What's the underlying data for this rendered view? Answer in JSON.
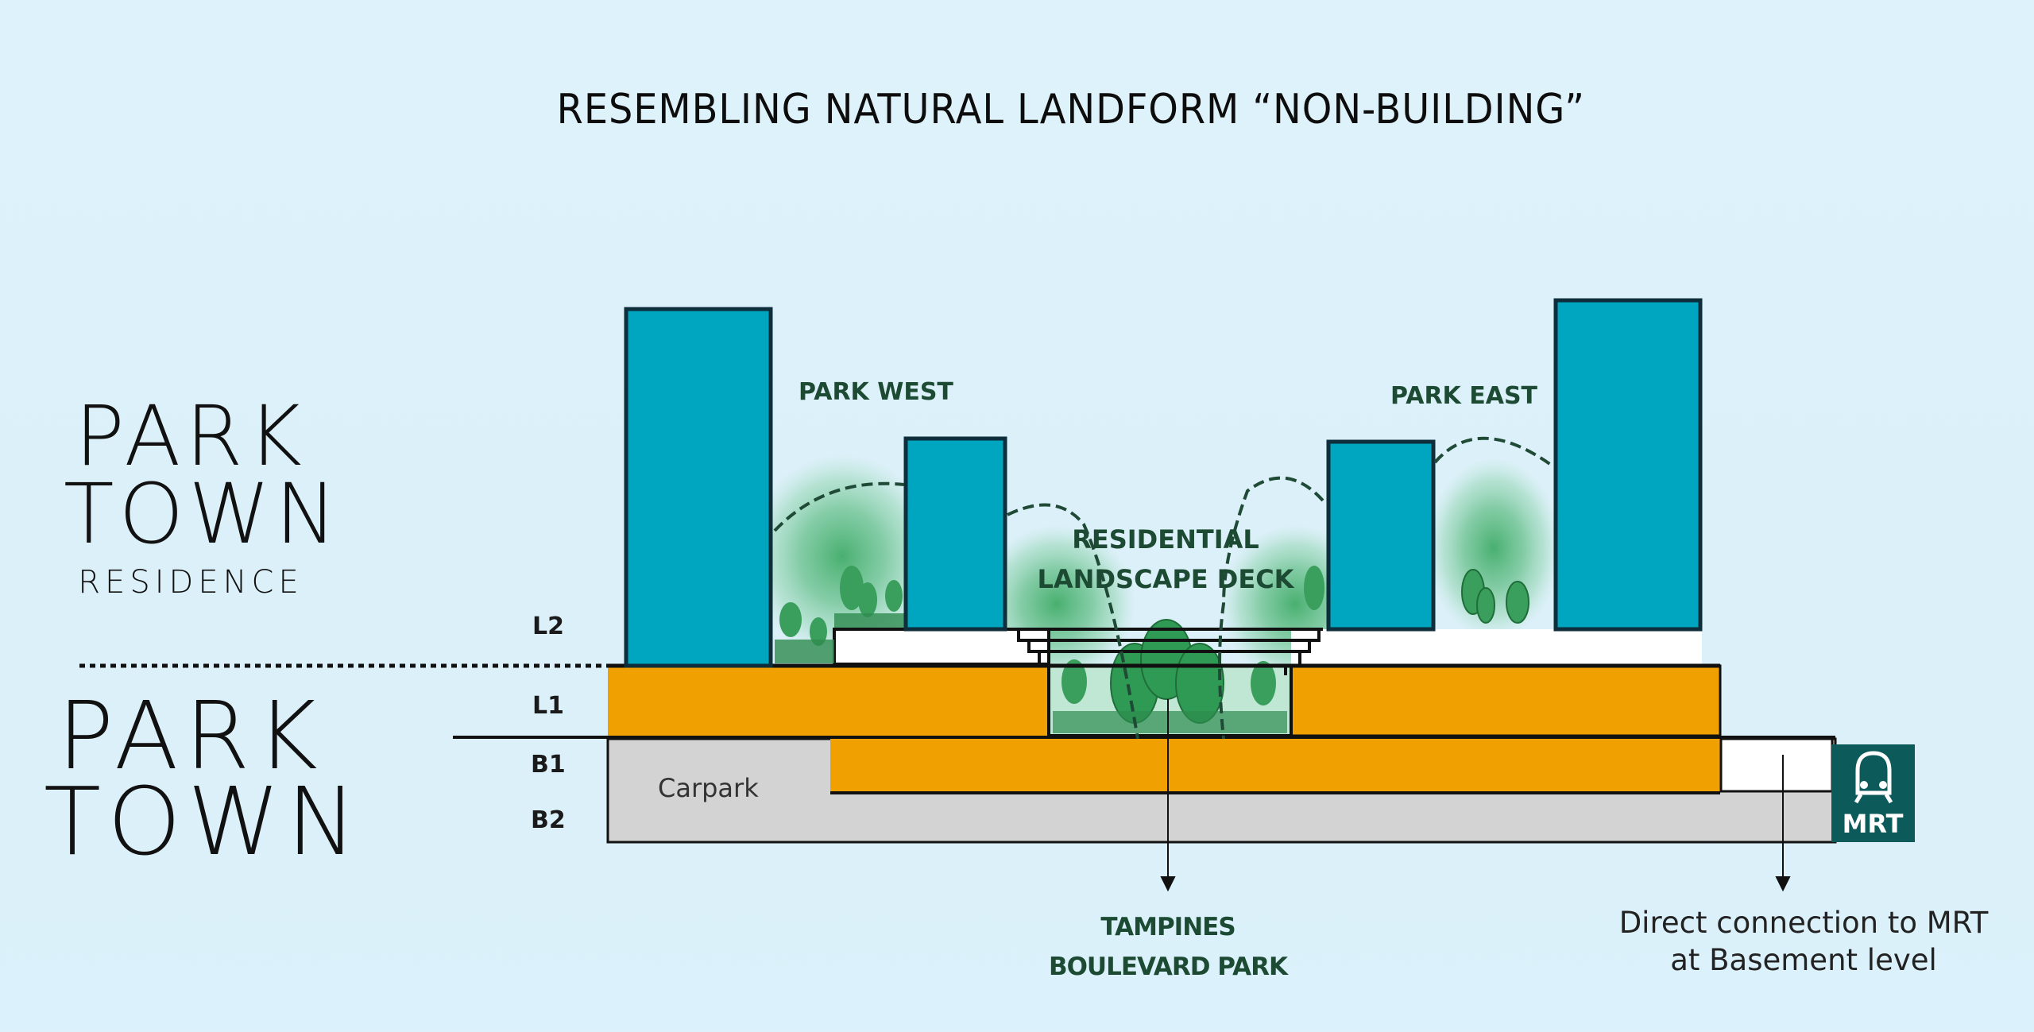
{
  "title": "RESEMBLING NATURAL LANDFORM “NON-BUILDING”",
  "logos": {
    "residence": {
      "line1": "PARK",
      "line2": "TOWN",
      "subtitle": "RESIDENCE"
    },
    "mall": {
      "line1": "PARK",
      "line2": "TOWN"
    }
  },
  "zones": {
    "park_west": "PARK WEST",
    "park_east": "PARK EAST",
    "deck_line1": "RESIDENTIAL",
    "deck_line2": "LANDSCAPE DECK"
  },
  "levels": [
    "L2",
    "L1",
    "B1",
    "B2"
  ],
  "carpark_label": "Carpark",
  "mrt_badge": {
    "icon": "train-icon",
    "label": "MRT"
  },
  "annotations": {
    "park": {
      "line1": "TAMPINES",
      "line2": "BOULEVARD PARK"
    },
    "mrt": {
      "line1": "Direct connection to MRT",
      "line2": "at Basement level"
    }
  },
  "colors": {
    "background": "#ddf1fa",
    "tower": "#00a5c0",
    "tower_outline": "#0d2e3a",
    "retail": "#f0a000",
    "carpark": "#d3d3d3",
    "greenery": "#2e9e56",
    "label_green": "#1c4a33",
    "mrt_badge": "#0c5a5a"
  }
}
